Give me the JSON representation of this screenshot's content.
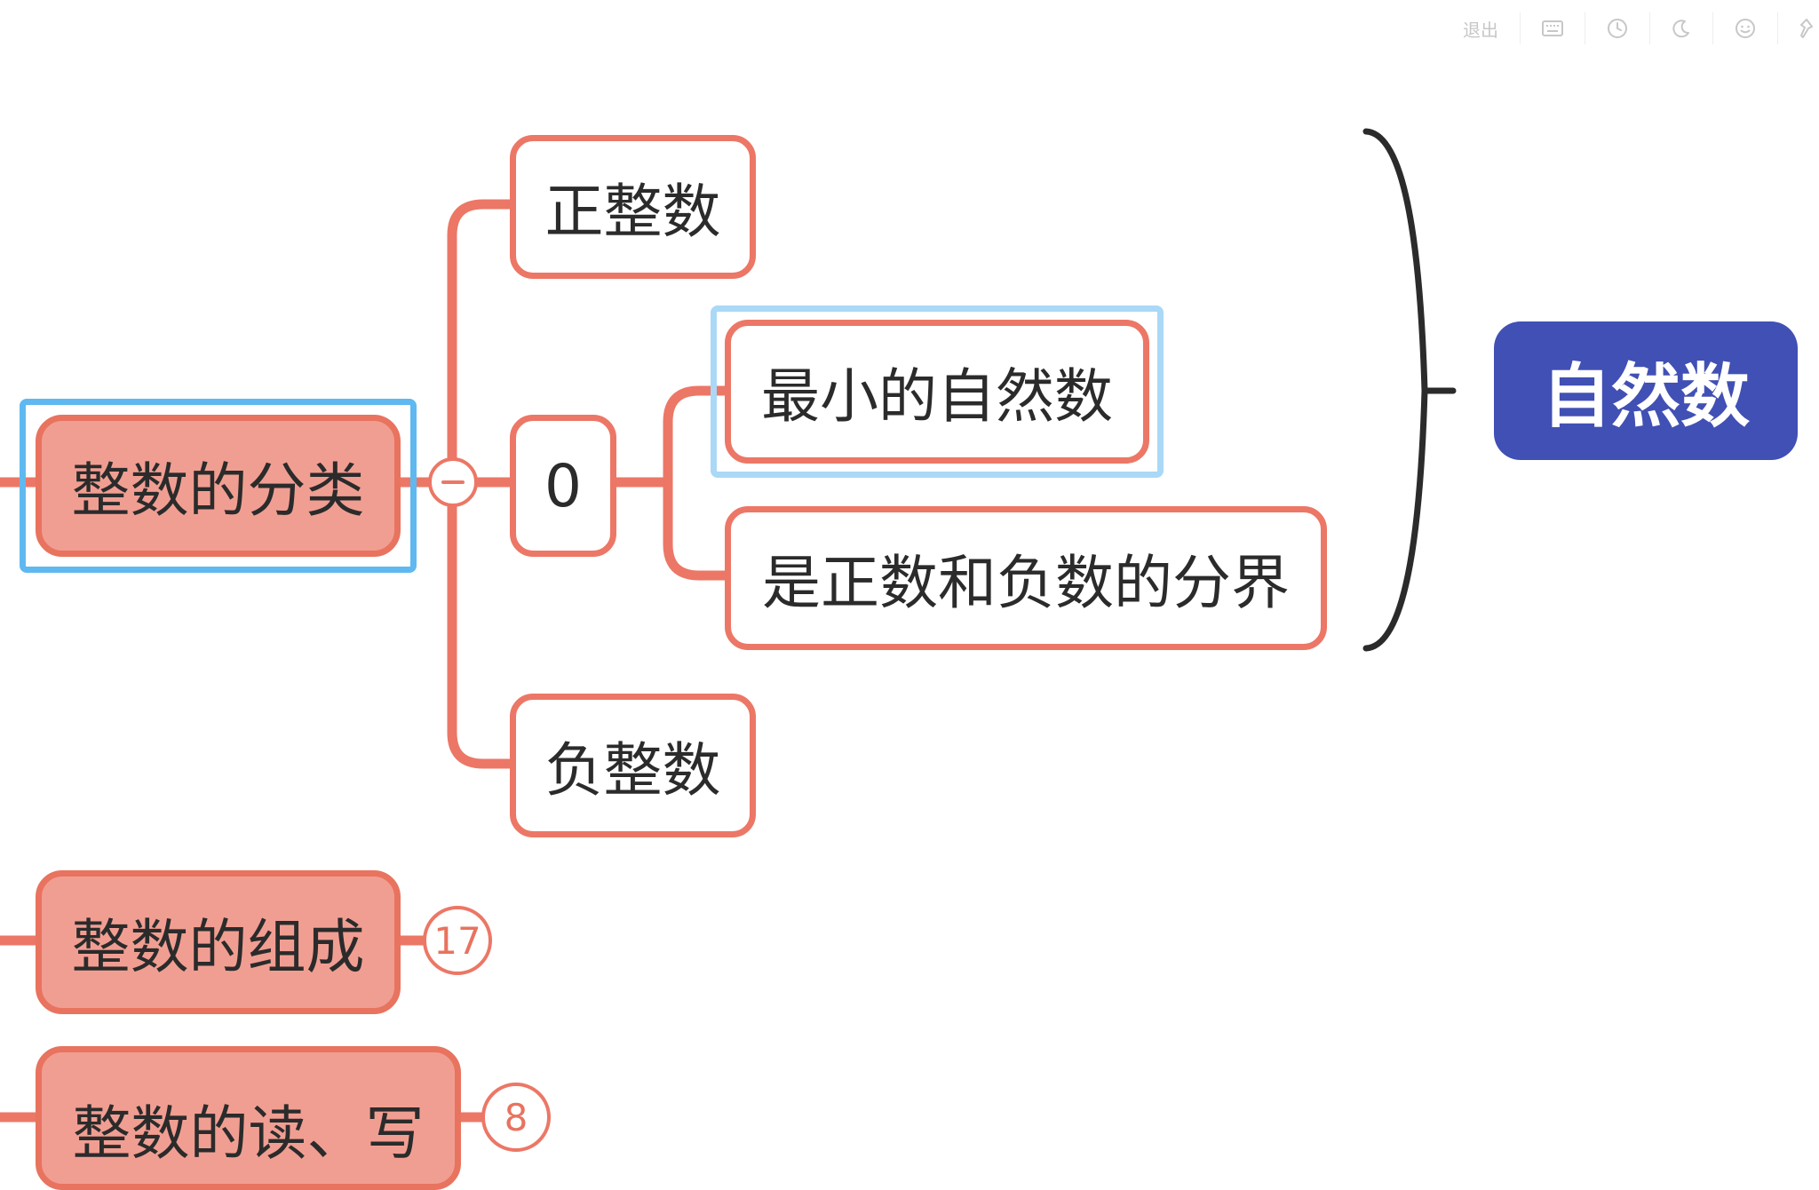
{
  "toolbar": {
    "exit_label": "退出",
    "icons": [
      "keyboard-icon",
      "clock-icon",
      "moon-icon",
      "smiley-icon",
      "pin-icon"
    ]
  },
  "colors": {
    "branch": "#ec7766",
    "main_fill": "#f19e92",
    "topic_fill": "#4150b4",
    "selection": "#5fb9f0",
    "bracket": "#2b2b2b"
  },
  "mindmap": {
    "main_topics": [
      {
        "label": "整数的分类",
        "expanded": true
      },
      {
        "label": "整数的组成",
        "collapsed_count": "17"
      },
      {
        "label": "整数的读、写",
        "collapsed_count": "8"
      }
    ],
    "classification": {
      "positive": "正整数",
      "zero": "0",
      "negative": "负整数",
      "zero_notes": [
        "最小的自然数",
        "是正数和负数的分界"
      ]
    },
    "summary": {
      "label": "自然数"
    }
  }
}
